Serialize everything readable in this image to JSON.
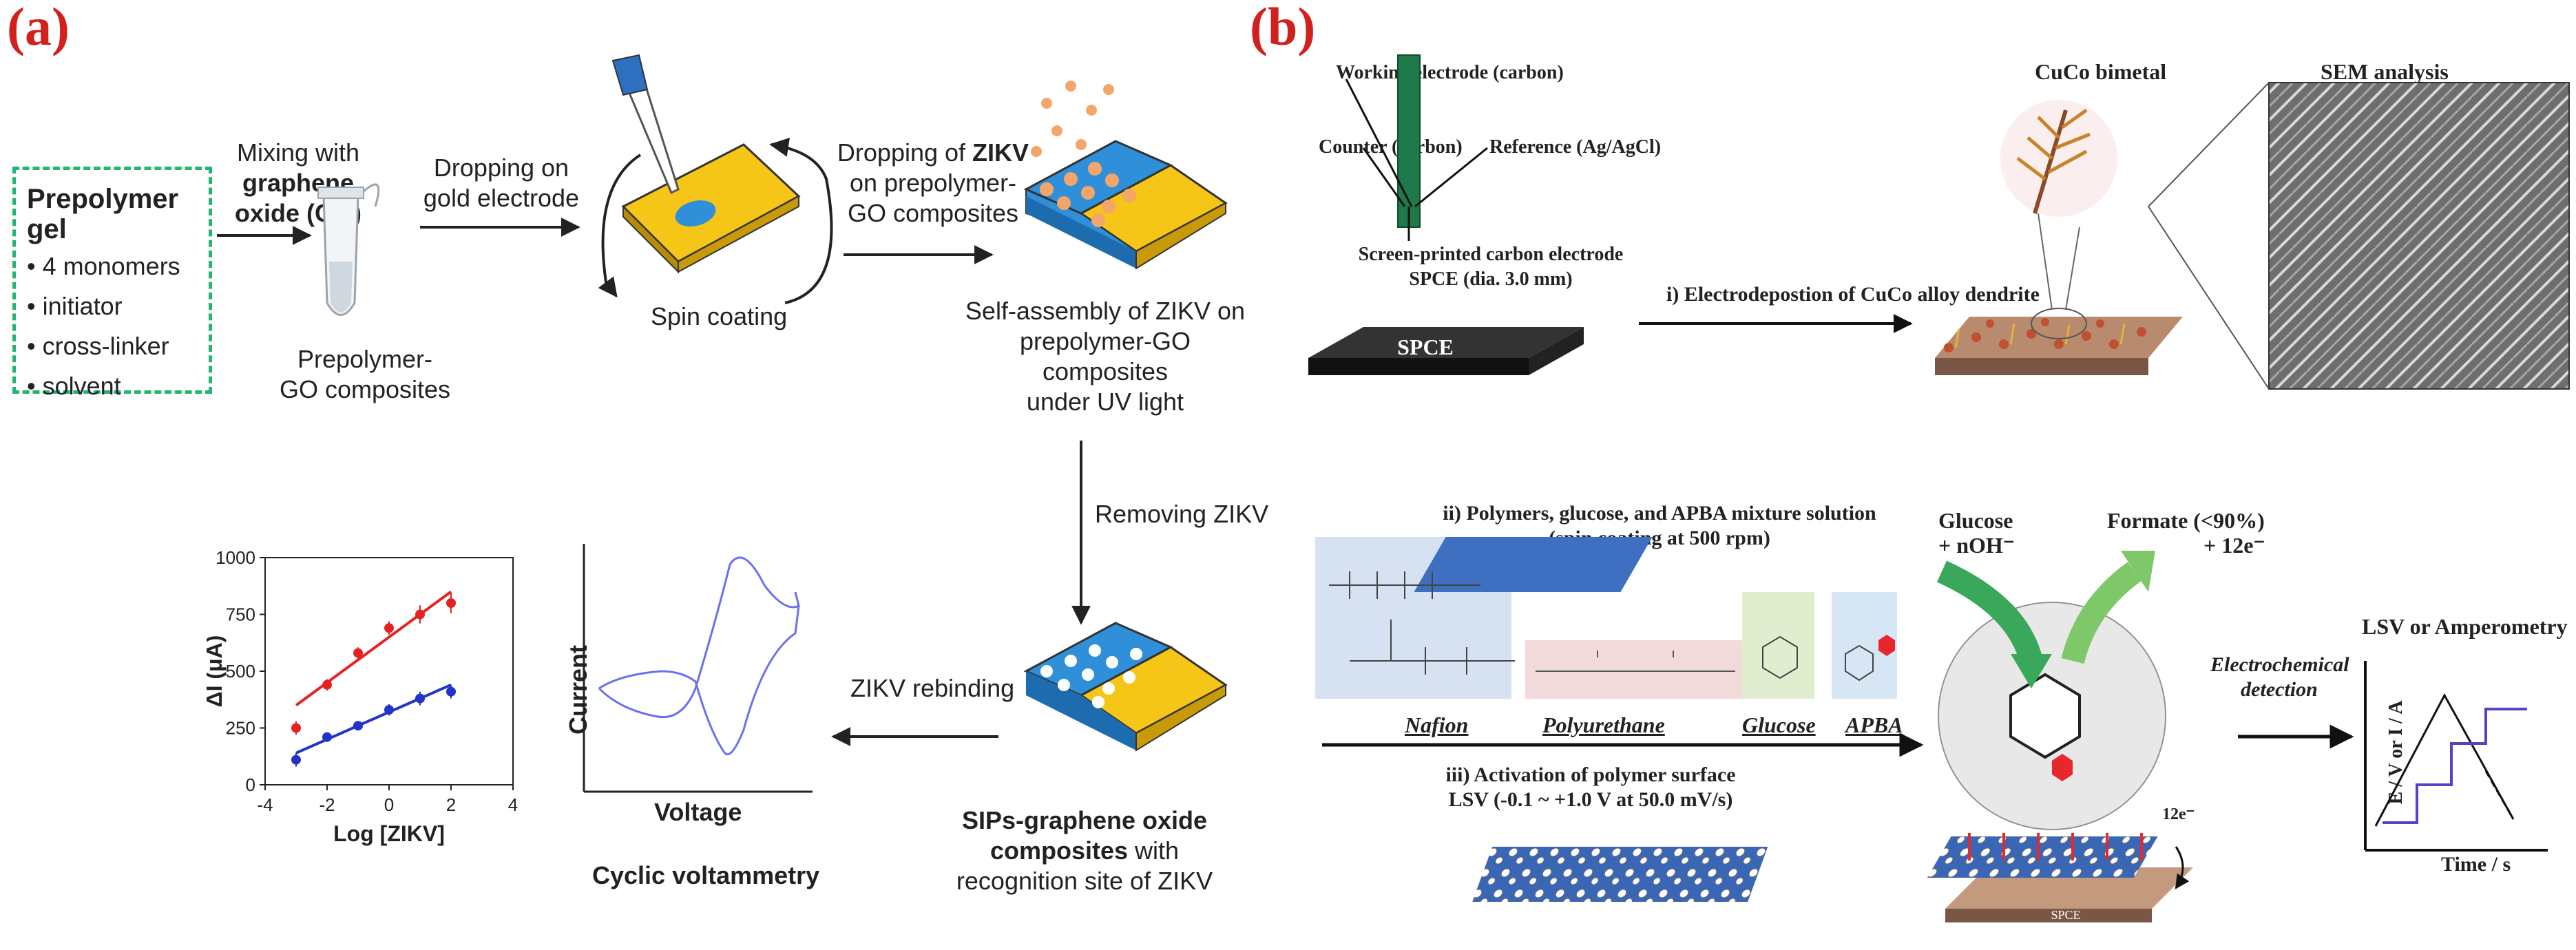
{
  "panel_a": {
    "label": "(a)",
    "prepolymer_box": {
      "title": "Prepolymer  gel",
      "items": [
        "• 4 monomers",
        "• initiator",
        "• cross-linker",
        "• solvent"
      ]
    },
    "step_mixing": {
      "line1": "Mixing with",
      "line2": "graphene",
      "line3": "oxide (GO)"
    },
    "step_dropping": {
      "line1": "Dropping on",
      "line2": "gold electrode"
    },
    "prepolymer_go": {
      "line1": "Prepolymer-",
      "line2": "GO composites"
    },
    "spin_coating": "Spin coating",
    "step_dropping_zikv": {
      "line1a": "Dropping of ",
      "line1b": "ZIKV",
      "line2": "on prepolymer-",
      "line3": "GO  composites"
    },
    "self_assembly": {
      "line1": "Self-assembly of ZIKV on",
      "line2": "prepolymer-GO composites",
      "line3": "under UV light"
    },
    "removing": "Removing ZIKV",
    "rebinding": "ZIKV rebinding",
    "sips": {
      "line1": "SIPs-graphene oxide",
      "line2a": "composites",
      "line2b": " with",
      "line3": "recognition site of ZIKV"
    },
    "cv_title": "Cyclic voltammetry",
    "cv_xlabel": "Voltage",
    "cv_ylabel": "Current"
  },
  "chart_data": {
    "type": "scatter",
    "xlabel": "Log [ZIKV]",
    "ylabel": "ΔI (μA)",
    "xlim": [
      -4,
      4
    ],
    "ylim": [
      0,
      1000
    ],
    "xticks": [
      "-4",
      "-2",
      "0",
      "2",
      "4"
    ],
    "yticks": [
      "0",
      "250",
      "500",
      "750",
      "1000"
    ],
    "series": [
      {
        "color": "#e52222",
        "x": [
          -3,
          -2,
          -1,
          0,
          1,
          2
        ],
        "y": [
          250,
          440,
          580,
          690,
          750,
          800
        ],
        "err": [
          30,
          25,
          25,
          30,
          40,
          45
        ],
        "fit": [
          [
            -3,
            350
          ],
          [
            2,
            850
          ]
        ]
      },
      {
        "color": "#2233cc",
        "x": [
          -3,
          -2,
          -1,
          0,
          1,
          2
        ],
        "y": [
          110,
          210,
          260,
          330,
          380,
          410
        ],
        "err": [
          30,
          20,
          20,
          25,
          30,
          30
        ],
        "fit": [
          [
            -3,
            140
          ],
          [
            2,
            440
          ]
        ]
      }
    ]
  },
  "panel_b": {
    "label": "(b)",
    "electrode": {
      "working": "Working electrode (carbon)",
      "counter": "Counter (carbon)",
      "reference": "Reference (Ag/AgCl)",
      "spce_line1": "Screen-printed carbon electrode",
      "spce_line2": "SPCE (dia. 3.0 mm)",
      "spce_label": "SPCE"
    },
    "step1": "i) Electrodepostion of CuCo alloy dendrite",
    "cuco": "CuCo bimetal",
    "sem": "SEM analysis",
    "step2": {
      "line1": "ii) Polymers, glucose, and APBA mixture solution",
      "line2": "(spin coating at 500 rpm)"
    },
    "step3": {
      "line1": "iii) Activation of polymer surface",
      "line2": "LSV (-0.1 ~ +1.0 V at 50.0 mV/s)"
    },
    "compounds": [
      "Nafion",
      "Polyurethane",
      "Glucose",
      "APBA"
    ],
    "glucose_label": {
      "line1": "Glucose",
      "line2": "+ nOH⁻"
    },
    "formate_label": {
      "line1": "Formate  (<90%)",
      "line2": "+ 12e⁻"
    },
    "twelve_e": "12e⁻",
    "electrochem": {
      "line1": "Electrochemical",
      "line2": "detection"
    },
    "lsv_title": "LSV or Amperometry",
    "lsv_ylabel": "E / V or I / A",
    "lsv_xlabel": "Time / s",
    "spce_small": "SPCE"
  },
  "colors": {
    "panel_label": "#d2201f",
    "prepolymer_border": "#22b573",
    "gold": "#f5c518",
    "blue_layer": "#2f8fd8",
    "zikv_particle": "#f4a66a",
    "lsv_purple": "#5b3fc4"
  }
}
